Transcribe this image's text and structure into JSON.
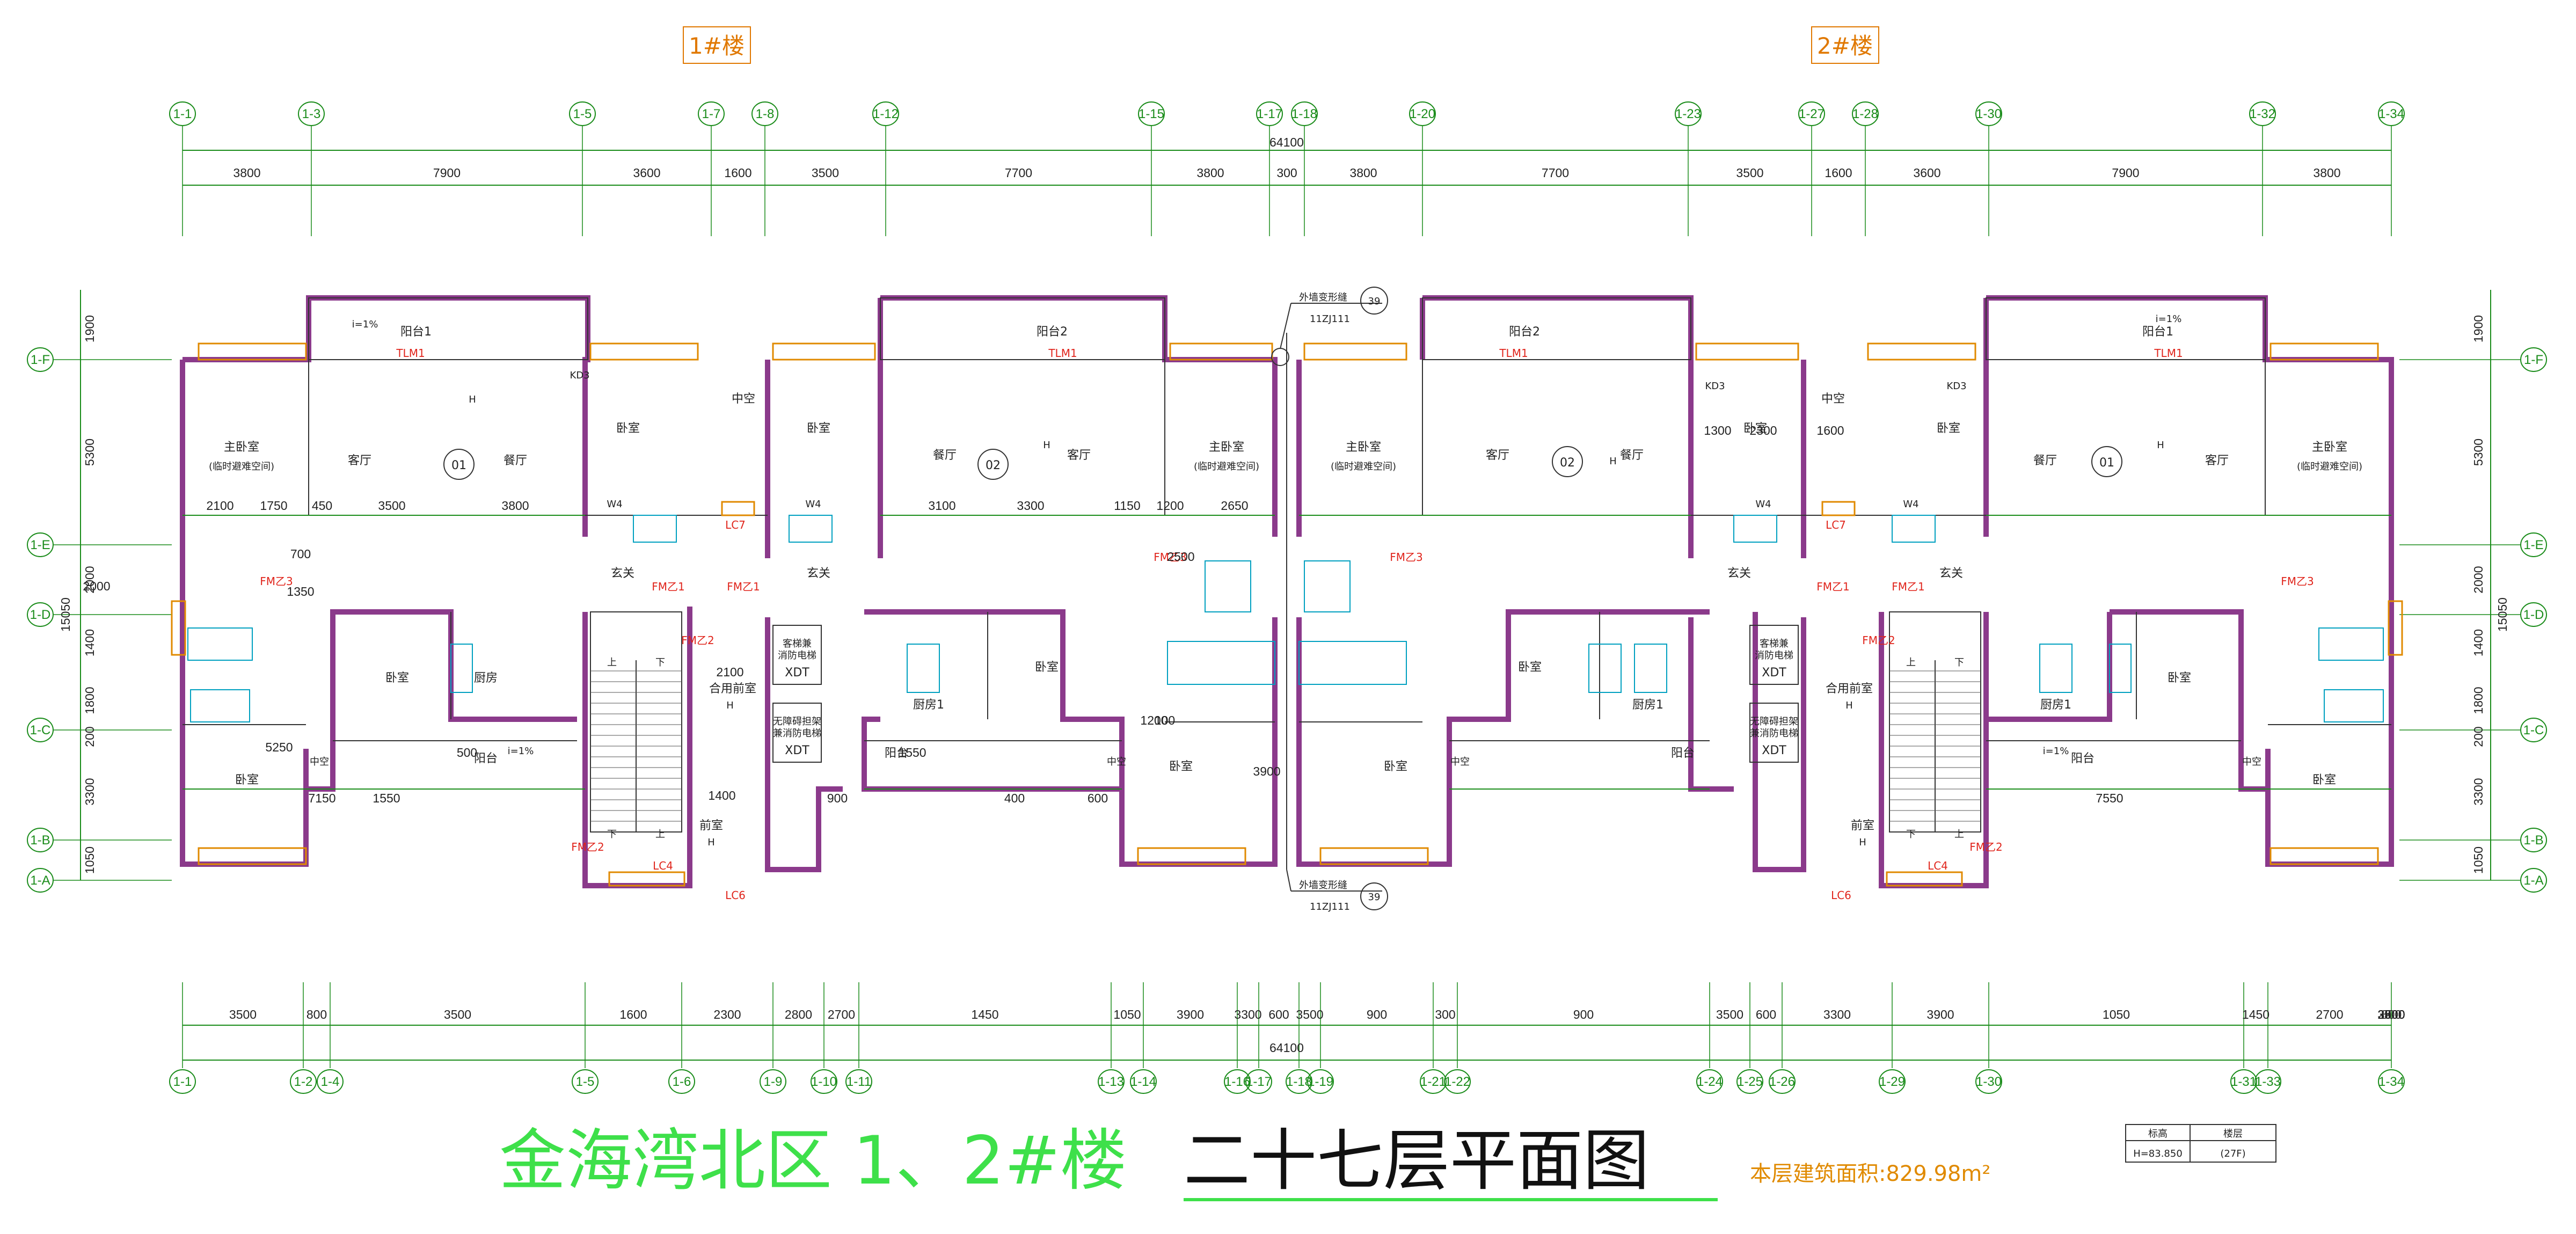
{
  "buildings": [
    "1#楼",
    "2#楼"
  ],
  "top_axes": [
    "1-1",
    "1-3",
    "1-5",
    "1-7",
    "1-8",
    "1-12",
    "1-15",
    "1-17",
    "1-18",
    "1-20",
    "1-23",
    "1-27",
    "1-28",
    "1-30",
    "1-32",
    "1-34"
  ],
  "top_dims": [
    "3800",
    "7900",
    "3600",
    "1600",
    "3500",
    "7700",
    "3800",
    "300",
    "3800",
    "7700",
    "3500",
    "1600",
    "3600",
    "7900",
    "3800"
  ],
  "top_total": "64100",
  "bottom_axes": [
    "1-1",
    "1-2",
    "1-4",
    "1-5",
    "1-6",
    "1-9",
    "1-10",
    "1-11",
    "1-13",
    "1-14",
    "1-16",
    "1-17",
    "1-18",
    "1-19",
    "1-21",
    "1-22",
    "1-24",
    "1-25",
    "1-26",
    "1-29",
    "1-30",
    "1-31",
    "1-33",
    "1-34"
  ],
  "bottom_dims": [
    "3500",
    "800",
    "3500",
    "1600",
    "2300",
    "2800",
    "2700",
    "1450",
    "1050",
    "3900",
    "3300",
    "600",
    "3500",
    "900",
    "300",
    "900",
    "3500",
    "600",
    "3300",
    "3900",
    "1050",
    "1450",
    "2700",
    "2800",
    "3900",
    "3500",
    "800",
    "3500"
  ],
  "bottom_total": "64100",
  "left_axes": [
    "1-F",
    "1-E",
    "1-D",
    "1-C",
    "1-B",
    "1-A"
  ],
  "right_axes": [
    "1-F",
    "1-E",
    "1-D",
    "1-C",
    "1-B",
    "1-A"
  ],
  "side_dims": [
    "1900",
    "5300",
    "2000",
    "1400",
    "1800",
    "200",
    "3300",
    "1050"
  ],
  "side_total": "15050",
  "rooms": {
    "balcony1": "阳台1",
    "balcony2": "阳台2",
    "master_bedroom": "主卧室",
    "refuge": "(临时避难空间)",
    "living": "客厅",
    "dining": "餐厅",
    "bedroom": "卧室",
    "kitchen": "厨房",
    "kitchen1": "厨房1",
    "balcony": "阳台",
    "hall": "玄关",
    "atrium": "中空",
    "front_room": "前室",
    "shared_front_room": "合用前室",
    "fire_elevator": "客梯兼\n消防电梯",
    "accessible_elevator": "无障碍担架\n兼消防电梯",
    "xdt": "XDT",
    "unit01": "01",
    "unit02": "02",
    "h": "H",
    "w4": "W4",
    "kd3": "KD3",
    "tlm1": "TLM1",
    "lc7": "LC7",
    "lc4": "LC4",
    "lc6": "LC6",
    "fm3": "FM乙3",
    "fm1": "FM乙1",
    "fm2": "FM乙2",
    "up": "上",
    "down": "下",
    "slope": "i=1%"
  },
  "room_dims": [
    "2100",
    "1750",
    "450",
    "3500",
    "3800",
    "3100",
    "3300",
    "1150",
    "1200",
    "2650",
    "1300",
    "2300",
    "1600",
    "2500",
    "2100",
    "1400",
    "5250",
    "1550",
    "500",
    "7150",
    "400",
    "600",
    "900",
    "1200",
    "100",
    "7550",
    "3900",
    "2000",
    "1350",
    "700",
    "1550"
  ],
  "callout": {
    "label": "外墙变形缝",
    "code": "11ZJ111",
    "num": "39"
  },
  "title": {
    "main": "金海湾北区 1、2#楼",
    "sub": "二十七层平面图",
    "area": "本层建筑面积:829.98m²"
  },
  "level_table": {
    "col1": "标高",
    "col2": "楼层",
    "h": "H=83.850",
    "floor": "(27F)"
  },
  "colors": {
    "axis_green": "#1a8c1a",
    "wall": "#8b3a8b",
    "window": "#e08a00",
    "door_red": "#e0241b",
    "fixture": "#00a0c0",
    "title_green": "#3ee04a",
    "title_orange": "#e08a00"
  }
}
